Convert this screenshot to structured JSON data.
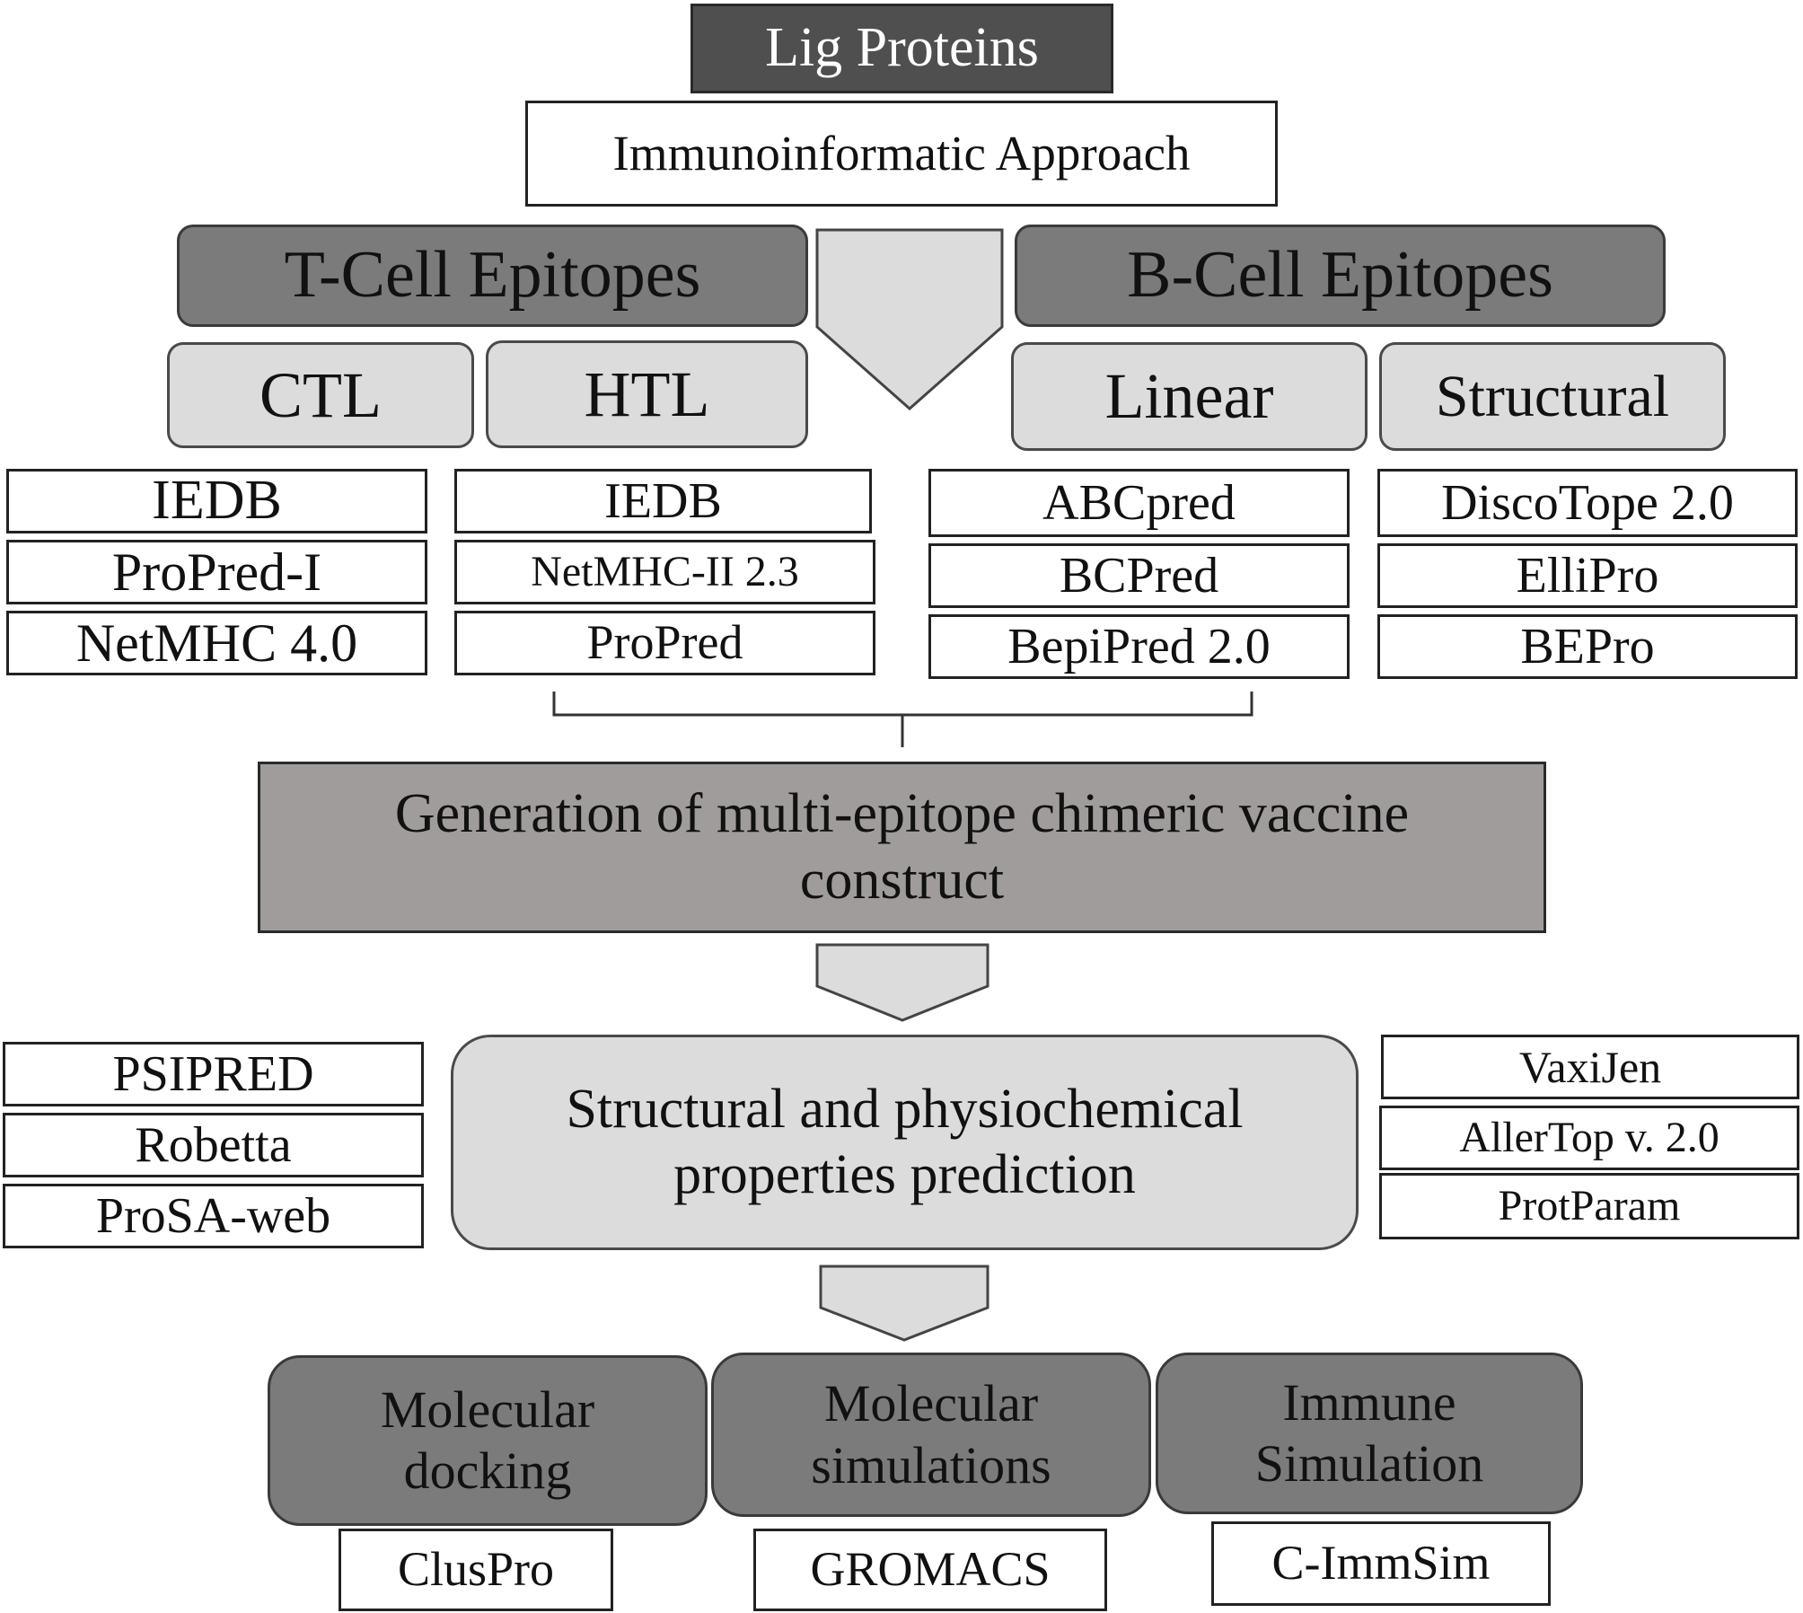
{
  "header": {
    "title": "Lig Proteins",
    "approach": "Immunoinformatic Approach"
  },
  "t_cell": {
    "title": "T-Cell Epitopes",
    "ctl": {
      "label": "CTL",
      "tools": [
        "IEDB",
        "ProPred-I",
        "NetMHC 4.0"
      ]
    },
    "htl": {
      "label": "HTL",
      "tools": [
        "IEDB",
        "NetMHC-II 2.3",
        "ProPred"
      ]
    }
  },
  "b_cell": {
    "title": "B-Cell Epitopes",
    "linear": {
      "label": "Linear",
      "tools": [
        "ABCpred",
        "BCPred",
        "BepiPred 2.0"
      ]
    },
    "structural": {
      "label": "Structural",
      "tools": [
        "DiscoTope 2.0",
        "ElliPro",
        "BEPro"
      ]
    }
  },
  "generation": {
    "line1": "Generation of multi-epitope chimeric vaccine",
    "line2": "construct"
  },
  "prediction": {
    "line1": "Structural and physiochemical",
    "line2": "properties prediction",
    "left_tools": [
      "PSIPRED",
      "Robetta",
      "ProSA-web"
    ],
    "right_tools": [
      "VaxiJen",
      "AllerTop v. 2.0",
      "ProtParam"
    ]
  },
  "final_steps": [
    {
      "line1": "Molecular",
      "line2": "docking",
      "tool": "ClusPro"
    },
    {
      "line1": "Molecular",
      "line2": "simulations",
      "tool": "GROMACS"
    },
    {
      "line1": "Immune",
      "line2": "Simulation",
      "tool": "C-ImmSim"
    }
  ],
  "colors": {
    "title_fill": "#4f4f4f",
    "category_fill": "#7b7b7b",
    "sub_fill": "#dcdcdc",
    "generation_fill": "#a09c9c",
    "line": "#222222"
  }
}
